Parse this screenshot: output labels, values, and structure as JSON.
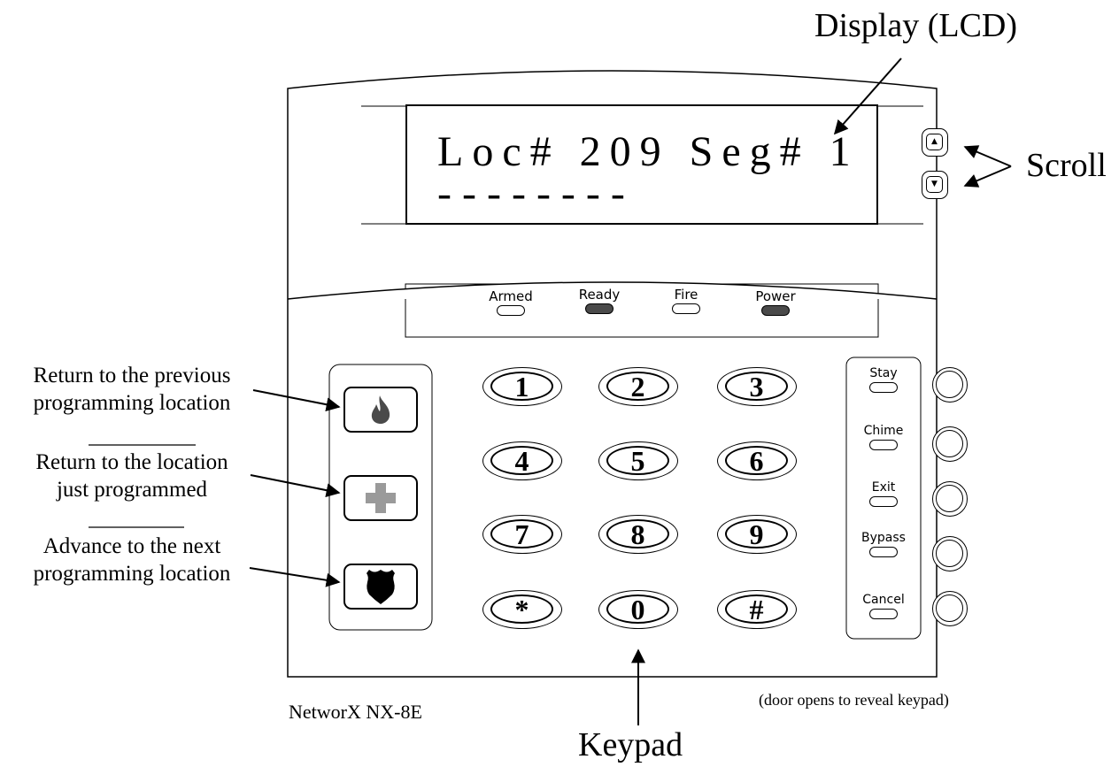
{
  "callouts": {
    "display": "Display (LCD)",
    "scroll": "Scroll",
    "keypad": "Keypad",
    "left_1_line1": "Return to the previous",
    "left_1_line2": "programming location",
    "left_2_line1": "Return to the location",
    "left_2_line2": "just programmed",
    "left_3_line1": "Advance to the next",
    "left_3_line2": "programming location"
  },
  "lcd": {
    "line1": "Loc# 209 Seg# 1",
    "line2": "--------"
  },
  "leds": [
    {
      "label": "Armed",
      "on": false
    },
    {
      "label": "Ready",
      "on": true
    },
    {
      "label": "Fire",
      "on": false
    },
    {
      "label": "Power",
      "on": true
    }
  ],
  "keypad": {
    "keys": [
      "1",
      "2",
      "3",
      "4",
      "5",
      "6",
      "7",
      "8",
      "9",
      "*",
      "0",
      "#"
    ]
  },
  "side_buttons": [
    "Stay",
    "Chime",
    "Exit",
    "Bypass",
    "Cancel"
  ],
  "function_buttons": [
    {
      "icon": "fire-icon",
      "color": "#4a4a4a"
    },
    {
      "icon": "medical-cross-icon",
      "color": "#9a9a9a"
    },
    {
      "icon": "police-shield-icon",
      "color": "#000000"
    }
  ],
  "scroll_buttons": [
    {
      "icon": "up-arrow-icon",
      "glyph": "▲"
    },
    {
      "icon": "down-arrow-icon",
      "glyph": "▼"
    }
  ],
  "footer": {
    "model": "NetworX NX-8E",
    "note": "(door opens to reveal keypad)"
  }
}
